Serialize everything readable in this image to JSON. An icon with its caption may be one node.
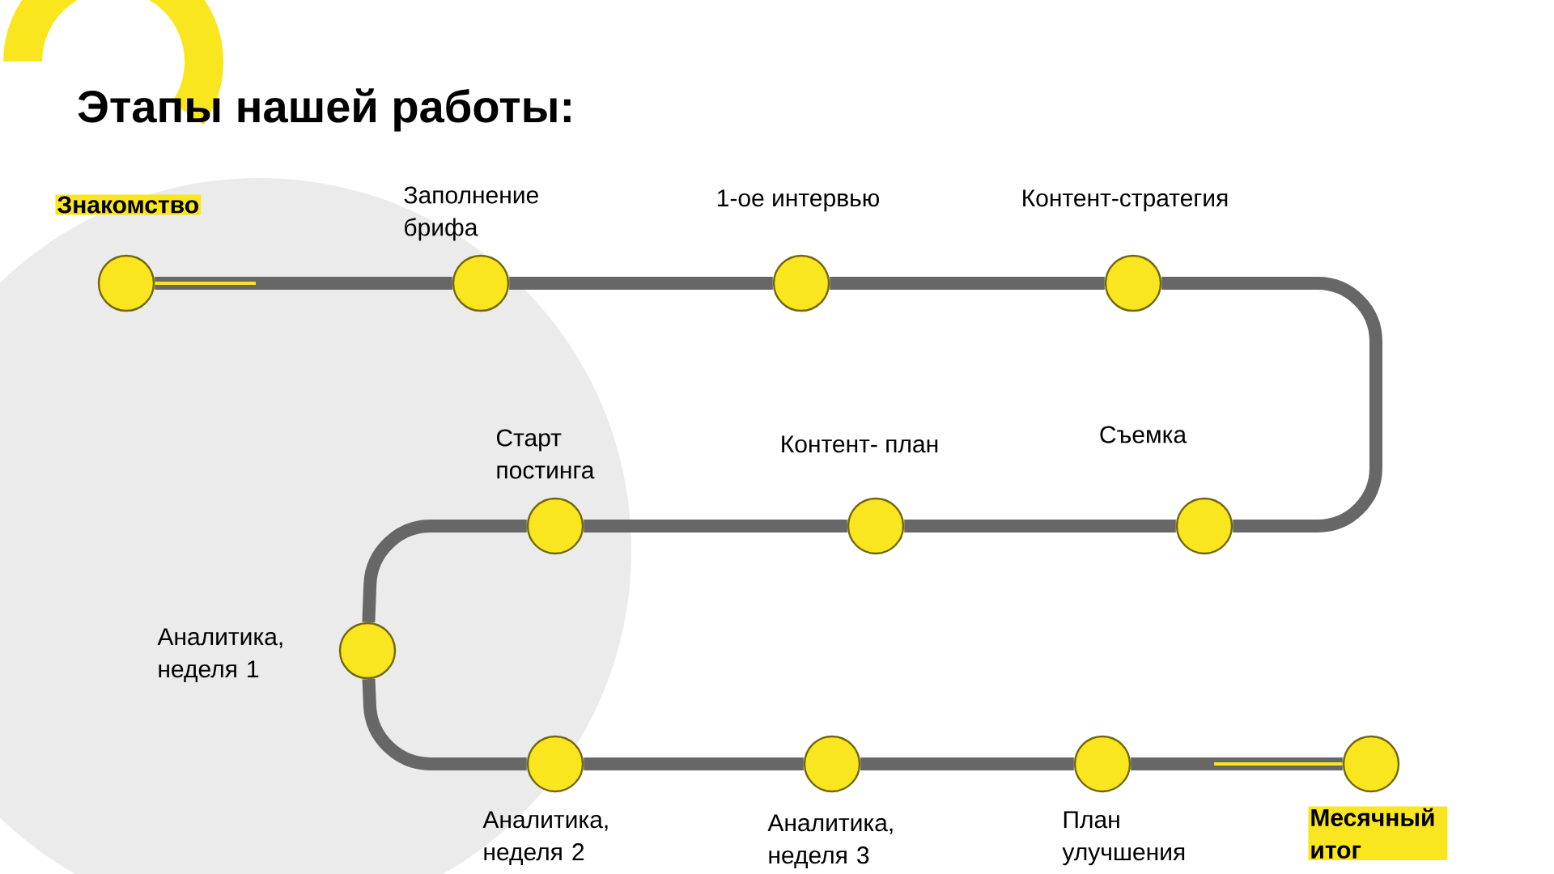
{
  "diagram": {
    "title": "Этапы нашей работы:",
    "nodes": [
      {
        "text": [],
        "shape": "circle",
        "beside": [
          "Знакомство"
        ]
      },
      {
        "text": [],
        "shape": "circle",
        "beside": [
          "Заполнение брифа"
        ]
      },
      {
        "text": [],
        "shape": "circle",
        "beside": [
          "1-ое интервью"
        ]
      },
      {
        "text": [],
        "shape": "circle",
        "beside": [
          "Контент-стратегия"
        ]
      },
      {
        "text": [],
        "shape": "circle",
        "beside": [
          "Съемка"
        ]
      },
      {
        "text": [],
        "shape": "circle",
        "beside": [
          "Контент- план"
        ]
      },
      {
        "text": [],
        "shape": "circle",
        "beside": [
          "Старт постинга"
        ]
      },
      {
        "text": [],
        "shape": "circle",
        "beside": [
          "Аналитика, неделя 1"
        ]
      },
      {
        "text": [],
        "shape": "circle",
        "beside": [
          "Аналитика, неделя 2"
        ]
      },
      {
        "text": [],
        "shape": "circle",
        "beside": [
          "Аналитика, неделя 3"
        ]
      },
      {
        "text": [],
        "shape": "circle",
        "beside": [
          "План улучшения"
        ]
      },
      {
        "text": [],
        "shape": "circle",
        "beside": [
          "Месячный итог"
        ]
      }
    ],
    "edges": [
      {
        "from": 0,
        "to": 1,
        "arrow": "none"
      },
      {
        "from": 1,
        "to": 2,
        "arrow": "none"
      },
      {
        "from": 2,
        "to": 3,
        "arrow": "none"
      },
      {
        "from": 3,
        "to": 4,
        "arrow": "none"
      },
      {
        "from": 4,
        "to": 5,
        "arrow": "none"
      },
      {
        "from": 5,
        "to": 6,
        "arrow": "none"
      },
      {
        "from": 6,
        "to": 7,
        "arrow": "none"
      },
      {
        "from": 7,
        "to": 8,
        "arrow": "none"
      },
      {
        "from": 8,
        "to": 9,
        "arrow": "none"
      },
      {
        "from": 9,
        "to": 10,
        "arrow": "none"
      },
      {
        "from": 10,
        "to": 11,
        "arrow": "none"
      }
    ]
  }
}
